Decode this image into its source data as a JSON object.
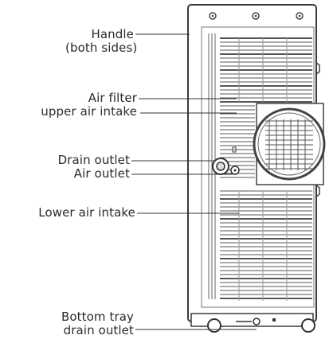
{
  "labels": {
    "handle": {
      "line1": "Handle",
      "line2": "(both sides)"
    },
    "air_filter": {
      "line1": "Air filter",
      "line2": "upper air intake"
    },
    "drain_outlet": "Drain outlet",
    "air_outlet": "Air outlet",
    "lower_air_intake": "Lower air intake",
    "bottom_tray": {
      "line1": "Bottom tray",
      "line2": "drain outlet"
    }
  },
  "colors": {
    "outline": "#3a3a3a",
    "grille": "#555555",
    "text": "#2a2a2a",
    "background": "#ffffff"
  }
}
